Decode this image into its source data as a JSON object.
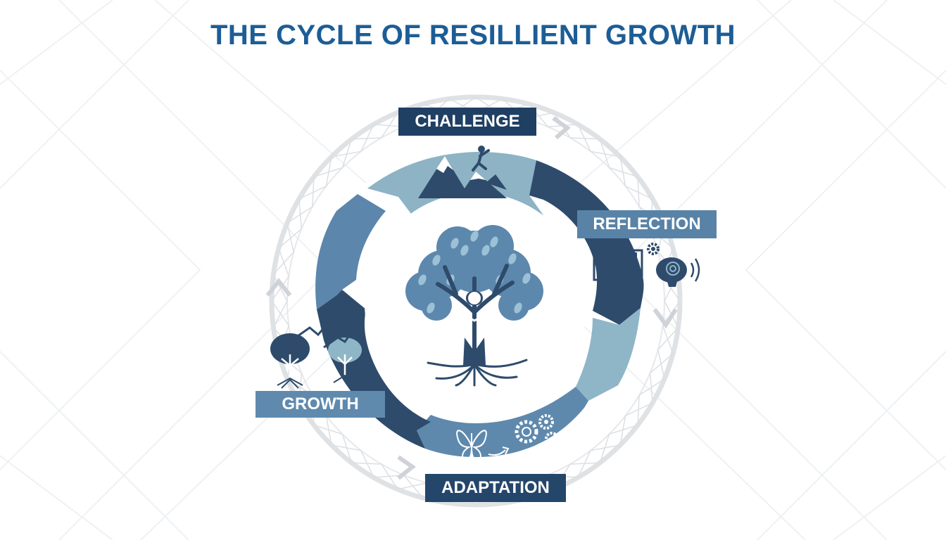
{
  "title": "THE CYCLE OF RESILLIENT GROWTH",
  "stages": {
    "challenge": "CHALLENGE",
    "reflection": "REFLECTION",
    "adaptation": "ADAPTATION",
    "growth": "GROWTH"
  },
  "colors": {
    "title": "#1d5d96",
    "dark_navy": "#2b4a6b",
    "steel_blue": "#5f8db5",
    "light_teal": "#8fb6c7",
    "outer_ring": "#d5d8dc",
    "icon_dark": "#2c4766",
    "icon_light": "#7aa6c8"
  },
  "icons": [
    "mountain-climber-icon",
    "open-book-icon",
    "gear-icon",
    "brain-icon",
    "signal-waves-icon",
    "butterfly-icon",
    "arrow-icon",
    "gears-icon",
    "growth-trees-icon",
    "upward-arrows-icon",
    "central-tree-person-icon"
  ]
}
